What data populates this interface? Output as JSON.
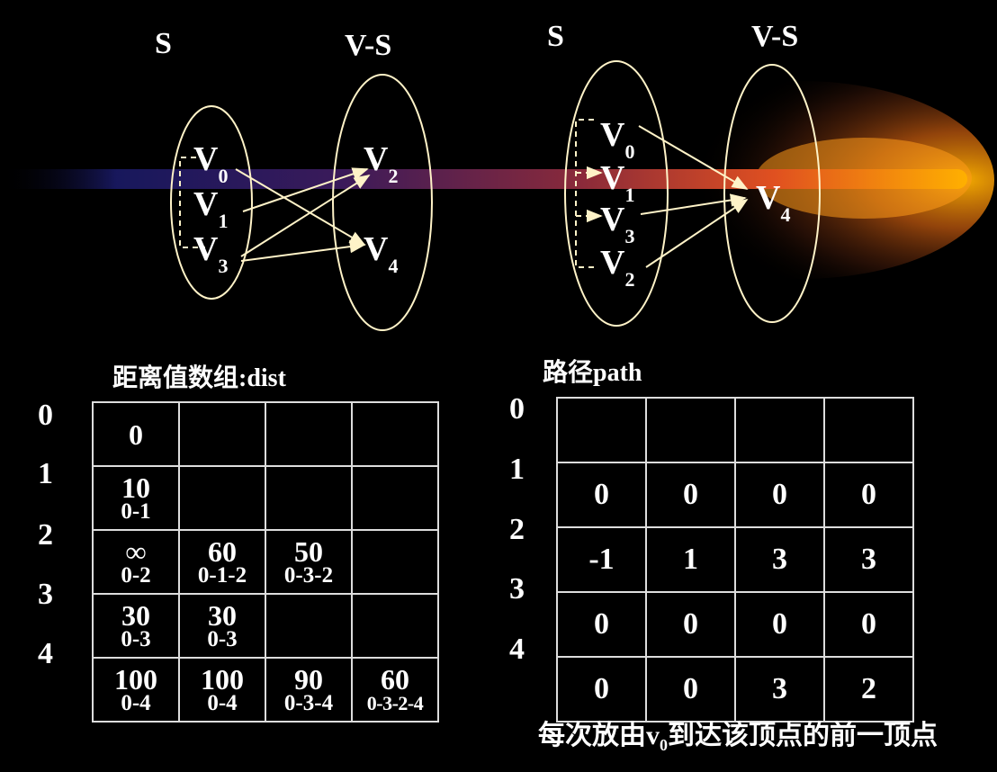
{
  "left_diagram": {
    "set_s": "S",
    "set_vs": "V-S",
    "s_vertices": [
      {
        "name": "V",
        "sub": "0"
      },
      {
        "name": "V",
        "sub": "1"
      },
      {
        "name": "V",
        "sub": "3"
      }
    ],
    "vs_vertices": [
      {
        "name": "V",
        "sub": "2"
      },
      {
        "name": "V",
        "sub": "4"
      }
    ]
  },
  "right_diagram": {
    "set_s": "S",
    "set_vs": "V-S",
    "s_vertices": [
      {
        "name": "V",
        "sub": "0"
      },
      {
        "name": "V",
        "sub": "1"
      },
      {
        "name": "V",
        "sub": "3"
      },
      {
        "name": "V",
        "sub": "2"
      }
    ],
    "vs_vertices": [
      {
        "name": "V",
        "sub": "4"
      }
    ]
  },
  "dist": {
    "title": "距离值数组:dist",
    "row_labels": [
      "0",
      "1",
      "2",
      "3",
      "4"
    ],
    "rows": [
      [
        {
          "value": "0",
          "path": ""
        },
        {
          "value": "",
          "path": ""
        },
        {
          "value": "",
          "path": ""
        },
        {
          "value": "",
          "path": ""
        }
      ],
      [
        {
          "value": "10",
          "path": "0-1"
        },
        {
          "value": "",
          "path": ""
        },
        {
          "value": "",
          "path": ""
        },
        {
          "value": "",
          "path": ""
        }
      ],
      [
        {
          "value": "∞",
          "path": "0-2"
        },
        {
          "value": "60",
          "path": "0-1-2"
        },
        {
          "value": "50",
          "path": "0-3-2"
        },
        {
          "value": "",
          "path": ""
        }
      ],
      [
        {
          "value": "30",
          "path": "0-3"
        },
        {
          "value": "30",
          "path": "0-3"
        },
        {
          "value": "",
          "path": ""
        },
        {
          "value": "",
          "path": ""
        }
      ],
      [
        {
          "value": "100",
          "path": "0-4"
        },
        {
          "value": "100",
          "path": "0-4"
        },
        {
          "value": "90",
          "path": "0-3-4"
        },
        {
          "value": "60",
          "path": "0-3-2-4"
        }
      ]
    ]
  },
  "path": {
    "title": "路径path",
    "row_labels": [
      "0",
      "1",
      "2",
      "3",
      "4"
    ],
    "rows": [
      [
        "",
        "",
        "",
        ""
      ],
      [
        "0",
        "0",
        "0",
        "0"
      ],
      [
        "-1",
        "1",
        "3",
        "3"
      ],
      [
        "0",
        "0",
        "0",
        "0"
      ],
      [
        "0",
        "0",
        "3",
        "2"
      ]
    ]
  },
  "caption": {
    "prefix": "每次放由v",
    "sub": "0",
    "suffix": "到达该顶点的前一顶点"
  },
  "colors": {
    "background": "#000000",
    "ellipse_stroke": "#fff3c8",
    "arrow": "#fff3c8",
    "text": "#ffffff"
  }
}
